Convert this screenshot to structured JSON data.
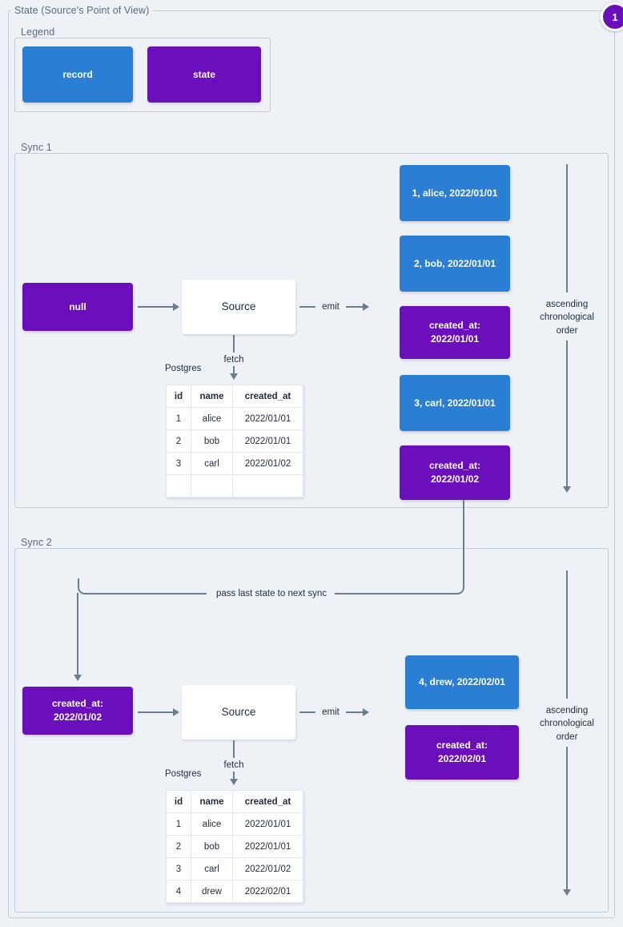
{
  "diagram": {
    "title": "State (Source's Point of View)",
    "badge": "1"
  },
  "legend": {
    "label": "Legend",
    "items": [
      {
        "name": "record",
        "color": "#2a7fd4"
      },
      {
        "name": "state",
        "color": "#6b0fbd"
      }
    ]
  },
  "colors": {
    "record": "#2a7fd4",
    "state": "#6b0fbd",
    "background": "#eef1f6",
    "frame_border": "#c3ccd9",
    "connector": "#6b7d8f",
    "text": "#21303f",
    "label_text": "#5b6b80"
  },
  "syncs": [
    {
      "label": "Sync 1",
      "input_state": "null",
      "process": "Source",
      "db_label": "Postgres",
      "fetch_label": "fetch",
      "emit_label": "emit",
      "order_label": "ascending\nchronological\norder",
      "table": {
        "columns": [
          "id",
          "name",
          "created_at"
        ],
        "rows": [
          [
            "1",
            "alice",
            "2022/01/01"
          ],
          [
            "2",
            "bob",
            "2022/01/01"
          ],
          [
            "3",
            "carl",
            "2022/01/02"
          ],
          [
            "",
            "",
            ""
          ]
        ]
      },
      "emitted": [
        {
          "kind": "record",
          "text": "1, alice, 2022/01/01"
        },
        {
          "kind": "record",
          "text": "2, bob, 2022/01/01"
        },
        {
          "kind": "state",
          "text": "created_at:\n2022/01/01"
        },
        {
          "kind": "record",
          "text": "3, carl, 2022/01/01"
        },
        {
          "kind": "state",
          "text": "created_at:\n2022/01/02"
        }
      ]
    },
    {
      "label": "Sync 2",
      "input_state": "created_at:\n2022/01/02",
      "process": "Source",
      "db_label": "Postgres",
      "fetch_label": "fetch",
      "emit_label": "emit",
      "order_label": "ascending\nchronological\norder",
      "table": {
        "columns": [
          "id",
          "name",
          "created_at"
        ],
        "rows": [
          [
            "1",
            "alice",
            "2022/01/01"
          ],
          [
            "2",
            "bob",
            "2022/01/01"
          ],
          [
            "3",
            "carl",
            "2022/01/02"
          ],
          [
            "4",
            "drew",
            "2022/02/01"
          ]
        ]
      },
      "emitted": [
        {
          "kind": "record",
          "text": "4, drew, 2022/02/01"
        },
        {
          "kind": "state",
          "text": "created_at:\n2022/02/01"
        }
      ]
    }
  ],
  "connectors": {
    "pass_state": "pass last state to next sync"
  }
}
